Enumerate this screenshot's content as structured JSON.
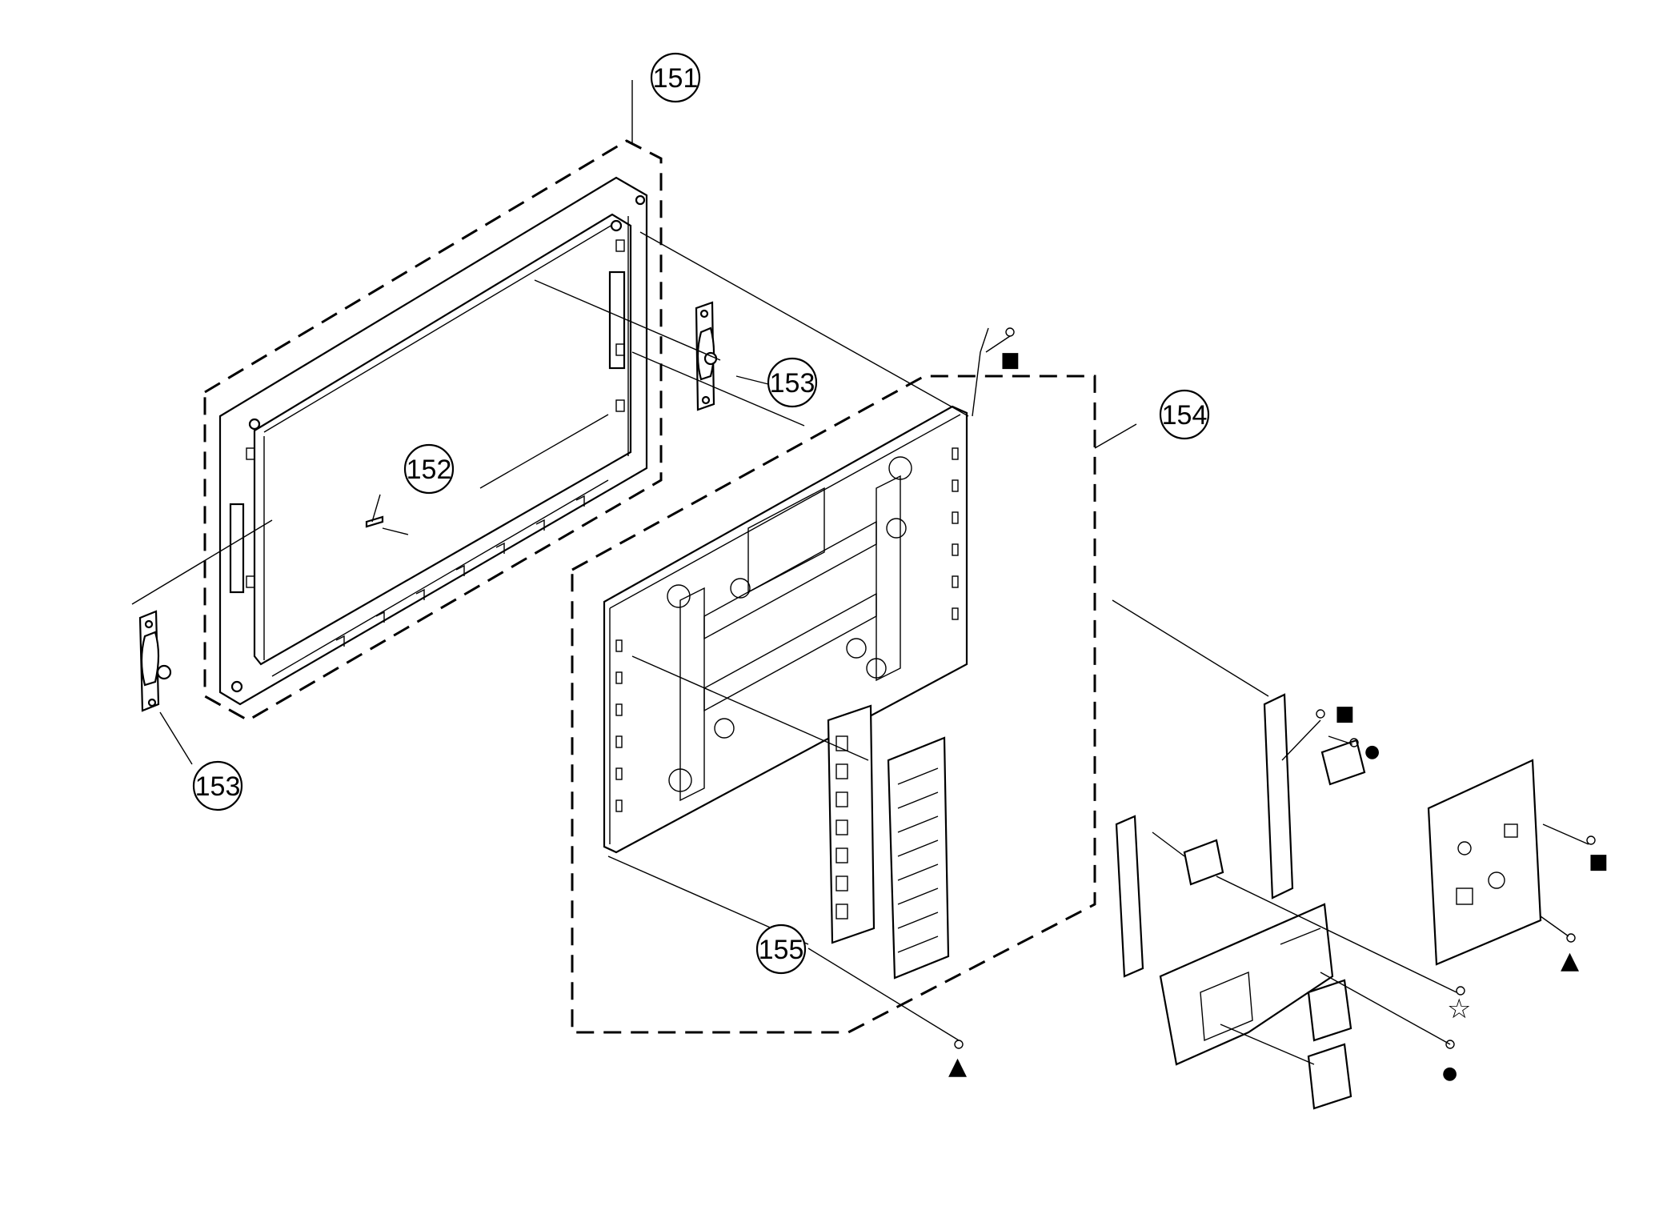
{
  "callouts": {
    "c151": "151",
    "c152": "152",
    "c153_right": "153",
    "c153_left": "153",
    "c154": "154",
    "c155": "155"
  },
  "screw_marks": {
    "square": "■",
    "circle": "●",
    "triangle": "▲",
    "star": "☆"
  }
}
